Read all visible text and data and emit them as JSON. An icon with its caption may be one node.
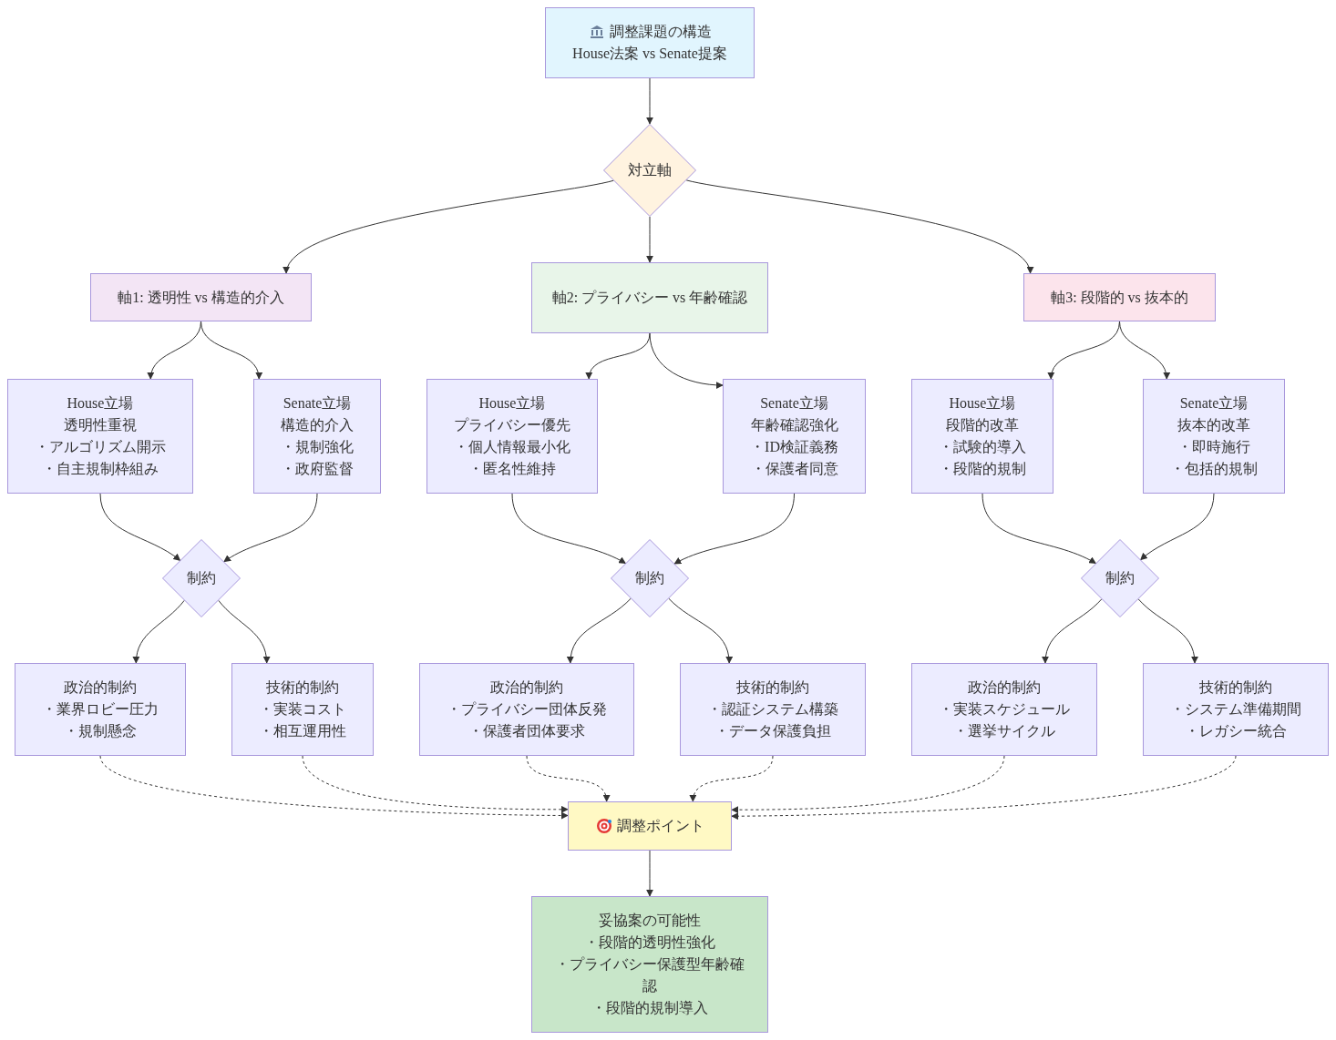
{
  "diagram": {
    "nodes": [
      {
        "text": [
          "調整課題の構造",
          "House法案 vs Senate提案"
        ]
      },
      {
        "text": [
          "対立軸"
        ]
      },
      {
        "text": [
          "軸1: 透明性 vs 構造的介入"
        ]
      },
      {
        "text": [
          "軸2: プライバシー vs 年齢確認"
        ]
      },
      {
        "text": [
          "軸3: 段階的 vs 抜本的"
        ]
      },
      {
        "text": [
          "House立場",
          "透明性重視",
          "・アルゴリズム開示",
          "・自主規制枠組み"
        ]
      },
      {
        "text": [
          "Senate立場",
          "構造的介入",
          "・規制強化",
          "・政府監督"
        ]
      },
      {
        "text": [
          "House立場",
          "プライバシー優先",
          "・個人情報最小化",
          "・匿名性維持"
        ]
      },
      {
        "text": [
          "Senate立場",
          "年齢確認強化",
          "・ID検証義務",
          "・保護者同意"
        ]
      },
      {
        "text": [
          "House立場",
          "段階的改革",
          "・試験的導入",
          "・段階的規制"
        ]
      },
      {
        "text": [
          "Senate立場",
          "抜本的改革",
          "・即時施行",
          "・包括的規制"
        ]
      },
      {
        "text": [
          "制約"
        ]
      },
      {
        "text": [
          "制約"
        ]
      },
      {
        "text": [
          "制約"
        ]
      },
      {
        "text": [
          "政治的制約",
          "・業界ロビー圧力",
          "・規制懸念"
        ]
      },
      {
        "text": [
          "技術的制約",
          "・実装コスト",
          "・相互運用性"
        ]
      },
      {
        "text": [
          "政治的制約",
          "・プライバシー団体反発",
          "・保護者団体要求"
        ]
      },
      {
        "text": [
          "技術的制約",
          "・認証システム構築",
          "・データ保護負担"
        ]
      },
      {
        "text": [
          "政治的制約",
          "・実装スケジュール",
          "・選挙サイクル"
        ]
      },
      {
        "text": [
          "技術的制約",
          "・システム準備期間",
          "・レガシー統合"
        ]
      },
      {
        "text": [
          "調整ポイント"
        ]
      },
      {
        "text": [
          "妥協案の可能性",
          "・段階的透明性強化",
          "・プライバシー保護型年齢確認",
          "・段階的規制導入"
        ]
      }
    ],
    "edges": [
      {
        "from": 0,
        "to": 1,
        "arrow": "to"
      },
      {
        "from": 1,
        "to": 2,
        "arrow": "to"
      },
      {
        "from": 1,
        "to": 3,
        "arrow": "to"
      },
      {
        "from": 1,
        "to": 4,
        "arrow": "to"
      },
      {
        "from": 2,
        "to": 5,
        "arrow": "to"
      },
      {
        "from": 2,
        "to": 6,
        "arrow": "to"
      },
      {
        "from": 3,
        "to": 7,
        "arrow": "to"
      },
      {
        "from": 3,
        "to": 8,
        "arrow": "to"
      },
      {
        "from": 4,
        "to": 9,
        "arrow": "to"
      },
      {
        "from": 4,
        "to": 10,
        "arrow": "to"
      },
      {
        "from": 5,
        "to": 11,
        "arrow": "to"
      },
      {
        "from": 6,
        "to": 11,
        "arrow": "to"
      },
      {
        "from": 7,
        "to": 12,
        "arrow": "to"
      },
      {
        "from": 8,
        "to": 12,
        "arrow": "to"
      },
      {
        "from": 9,
        "to": 13,
        "arrow": "to"
      },
      {
        "from": 10,
        "to": 13,
        "arrow": "to"
      },
      {
        "from": 11,
        "to": 14,
        "arrow": "to"
      },
      {
        "from": 11,
        "to": 15,
        "arrow": "to"
      },
      {
        "from": 12,
        "to": 16,
        "arrow": "to"
      },
      {
        "from": 12,
        "to": 17,
        "arrow": "to"
      },
      {
        "from": 13,
        "to": 18,
        "arrow": "to"
      },
      {
        "from": 13,
        "to": 19,
        "arrow": "to"
      },
      {
        "from": 14,
        "to": 20,
        "arrow": "to",
        "style": "dashed"
      },
      {
        "from": 15,
        "to": 20,
        "arrow": "to",
        "style": "dashed"
      },
      {
        "from": 16,
        "to": 20,
        "arrow": "to",
        "style": "dashed"
      },
      {
        "from": 17,
        "to": 20,
        "arrow": "to",
        "style": "dashed"
      },
      {
        "from": 18,
        "to": 20,
        "arrow": "to",
        "style": "dashed"
      },
      {
        "from": 19,
        "to": 20,
        "arrow": "to",
        "style": "dashed"
      },
      {
        "from": 20,
        "to": 21,
        "arrow": "to"
      }
    ]
  }
}
